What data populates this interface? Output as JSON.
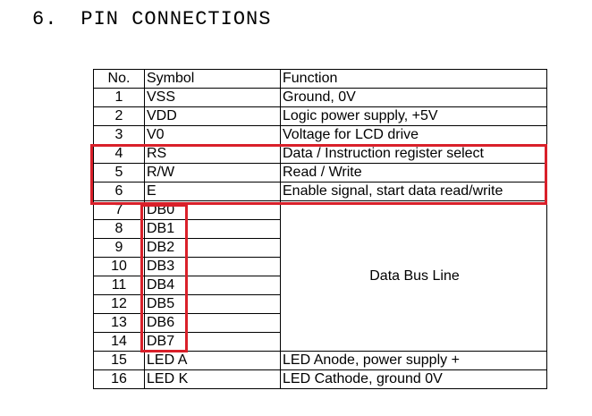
{
  "section": {
    "number": "6.",
    "title": "PIN CONNECTIONS"
  },
  "table": {
    "headers": {
      "no": "No.",
      "symbol": "Symbol",
      "function": "Function"
    },
    "rows": [
      {
        "no": "1",
        "symbol": "VSS",
        "function": "Ground, 0V"
      },
      {
        "no": "2",
        "symbol": "VDD",
        "function": "Logic power supply, +5V"
      },
      {
        "no": "3",
        "symbol": "V0",
        "function": "Voltage for LCD drive"
      },
      {
        "no": "4",
        "symbol": "RS",
        "function": "Data / Instruction register select"
      },
      {
        "no": "5",
        "symbol": "R/W",
        "function": "Read / Write"
      },
      {
        "no": "6",
        "symbol": "E",
        "function": "Enable signal, start data read/write"
      },
      {
        "no": "7",
        "symbol": "DB0"
      },
      {
        "no": "8",
        "symbol": "DB1"
      },
      {
        "no": "9",
        "symbol": "DB2"
      },
      {
        "no": "10",
        "symbol": "DB3"
      },
      {
        "no": "11",
        "symbol": "DB4"
      },
      {
        "no": "12",
        "symbol": "DB5"
      },
      {
        "no": "13",
        "symbol": "DB6"
      },
      {
        "no": "14",
        "symbol": "DB7"
      },
      {
        "no": "15",
        "symbol": "LED A",
        "function": "LED Anode, power supply +"
      },
      {
        "no": "16",
        "symbol": "LED K",
        "function": "LED Cathode, ground 0V"
      }
    ],
    "data_bus_function": "Data Bus Line"
  },
  "highlight_color": "#d9202a"
}
